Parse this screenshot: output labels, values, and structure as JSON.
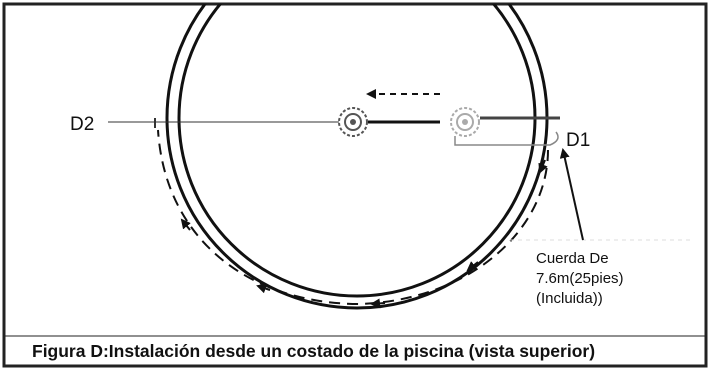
{
  "figure": {
    "caption": "Figura D:Instalación desde un costado de la piscina (vista superior)",
    "point_d2": "D2",
    "point_d1": "D1",
    "note_lines": [
      "Cuerda De",
      "7.6m(25pies)",
      "(Incluida))"
    ]
  }
}
